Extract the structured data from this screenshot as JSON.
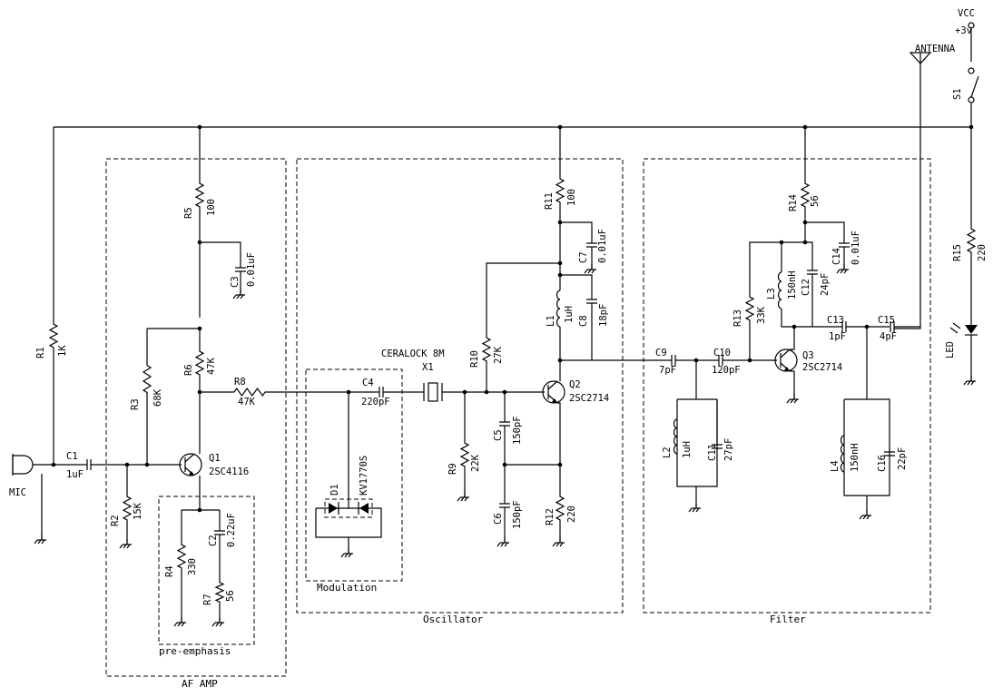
{
  "blocks": {
    "af_amp": "AF AMP",
    "pre_emphasis": "pre-emphasis",
    "modulation": "Modulation",
    "oscillator": "Oscillator",
    "filter": "Filter"
  },
  "power": {
    "vcc": "VCC",
    "voltage": "+3v",
    "switch": "S1"
  },
  "antenna": "ANTENNA",
  "mic": "MIC",
  "led": "LED",
  "crystal": {
    "name": "X1",
    "type": "CERALOCK 8M"
  },
  "transistors": [
    {
      "ref": "Q1",
      "part": "2SC4116"
    },
    {
      "ref": "Q2",
      "part": "2SC2714"
    },
    {
      "ref": "Q3",
      "part": "2SC2714"
    }
  ],
  "diode": {
    "ref": "D1",
    "part": "KV1770S"
  },
  "resistors": [
    {
      "ref": "R1",
      "value": "1K"
    },
    {
      "ref": "R2",
      "value": "15K"
    },
    {
      "ref": "R3",
      "value": "68K"
    },
    {
      "ref": "R4",
      "value": "330"
    },
    {
      "ref": "R5",
      "value": "100"
    },
    {
      "ref": "R6",
      "value": "47K"
    },
    {
      "ref": "R7",
      "value": "56"
    },
    {
      "ref": "R8",
      "value": "47K"
    },
    {
      "ref": "R9",
      "value": "22K"
    },
    {
      "ref": "R10",
      "value": "27K"
    },
    {
      "ref": "R11",
      "value": "100"
    },
    {
      "ref": "R12",
      "value": "220"
    },
    {
      "ref": "R13",
      "value": "33K"
    },
    {
      "ref": "R14",
      "value": "56"
    },
    {
      "ref": "R15",
      "value": "220"
    }
  ],
  "capacitors": [
    {
      "ref": "C1",
      "value": "1uF"
    },
    {
      "ref": "C2",
      "value": "0.22uF"
    },
    {
      "ref": "C3",
      "value": "0.01uF"
    },
    {
      "ref": "C4",
      "value": "220pF"
    },
    {
      "ref": "C5",
      "value": "150pF"
    },
    {
      "ref": "C6",
      "value": "150pF"
    },
    {
      "ref": "C7",
      "value": "0.01uF"
    },
    {
      "ref": "C8",
      "value": "18pF"
    },
    {
      "ref": "C9",
      "value": "7pF"
    },
    {
      "ref": "C10",
      "value": "120pF"
    },
    {
      "ref": "C11",
      "value": "27pF"
    },
    {
      "ref": "C12",
      "value": "24pF"
    },
    {
      "ref": "C13",
      "value": "1pF"
    },
    {
      "ref": "C14",
      "value": "0.01uF"
    },
    {
      "ref": "C15",
      "value": "4pF"
    },
    {
      "ref": "C16",
      "value": "22pF"
    }
  ],
  "inductors": [
    {
      "ref": "L1",
      "value": "1uH"
    },
    {
      "ref": "L2",
      "value": "1uH"
    },
    {
      "ref": "L3",
      "value": "150nH"
    },
    {
      "ref": "L4",
      "value": "150nH"
    }
  ]
}
